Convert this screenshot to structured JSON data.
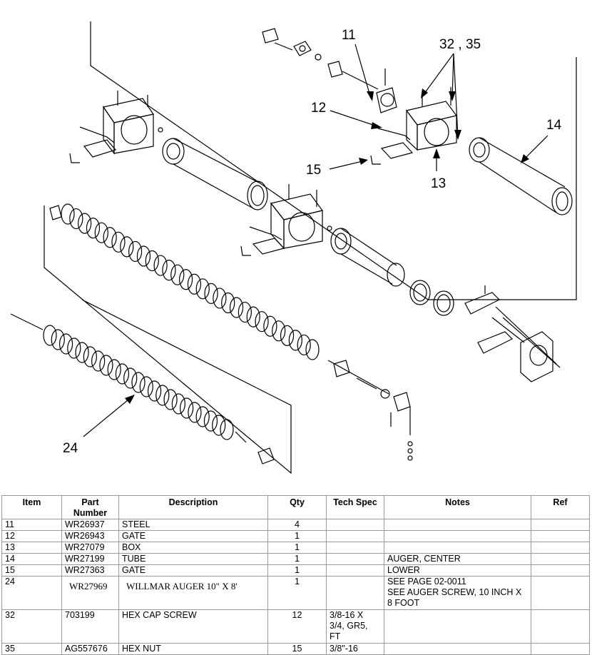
{
  "callouts": {
    "c11": "11",
    "c32": "32 , 35",
    "c12": "12",
    "c14": "14",
    "c15": "15",
    "c13": "13",
    "c24": "24"
  },
  "table": {
    "headers": [
      "Item",
      "Part\nNumber",
      "Description",
      "Qty",
      "Tech Spec",
      "Notes",
      "Ref"
    ],
    "rows": [
      {
        "item": "11",
        "part": "WR26937",
        "desc": "STEEL",
        "qty": "4",
        "spec": "",
        "notes": "",
        "ref": ""
      },
      {
        "item": "12",
        "part": "WR26943",
        "desc": "GATE",
        "qty": "1",
        "spec": "",
        "notes": "",
        "ref": ""
      },
      {
        "item": "13",
        "part": "WR27079",
        "desc": "BOX",
        "qty": "1",
        "spec": "",
        "notes": "",
        "ref": ""
      },
      {
        "item": "14",
        "part": "WR27199",
        "desc": "TUBE",
        "qty": "1",
        "spec": "",
        "notes": "AUGER, CENTER",
        "ref": ""
      },
      {
        "item": "15",
        "part": "WR27363",
        "desc": "GATE",
        "qty": "1",
        "spec": "",
        "notes": "LOWER",
        "ref": ""
      },
      {
        "item": "24",
        "part": "WR27969",
        "desc": "WILLMAR AUGER 10\" X 8'",
        "qty": "1",
        "spec": "",
        "notes": "SEE PAGE 02-0011\nSEE AUGER SCREW, 10 INCH X\n8 FOOT",
        "ref": ""
      },
      {
        "item": "32",
        "part": "703199",
        "desc": "HEX CAP SCREW",
        "qty": "12",
        "spec": "3/8-16 X\n3/4, GR5,\nFT",
        "notes": "",
        "ref": ""
      },
      {
        "item": "35",
        "part": "AG557676",
        "desc": "HEX NUT",
        "qty": "15",
        "spec": "3/8\"-16",
        "notes": "",
        "ref": ""
      }
    ]
  }
}
